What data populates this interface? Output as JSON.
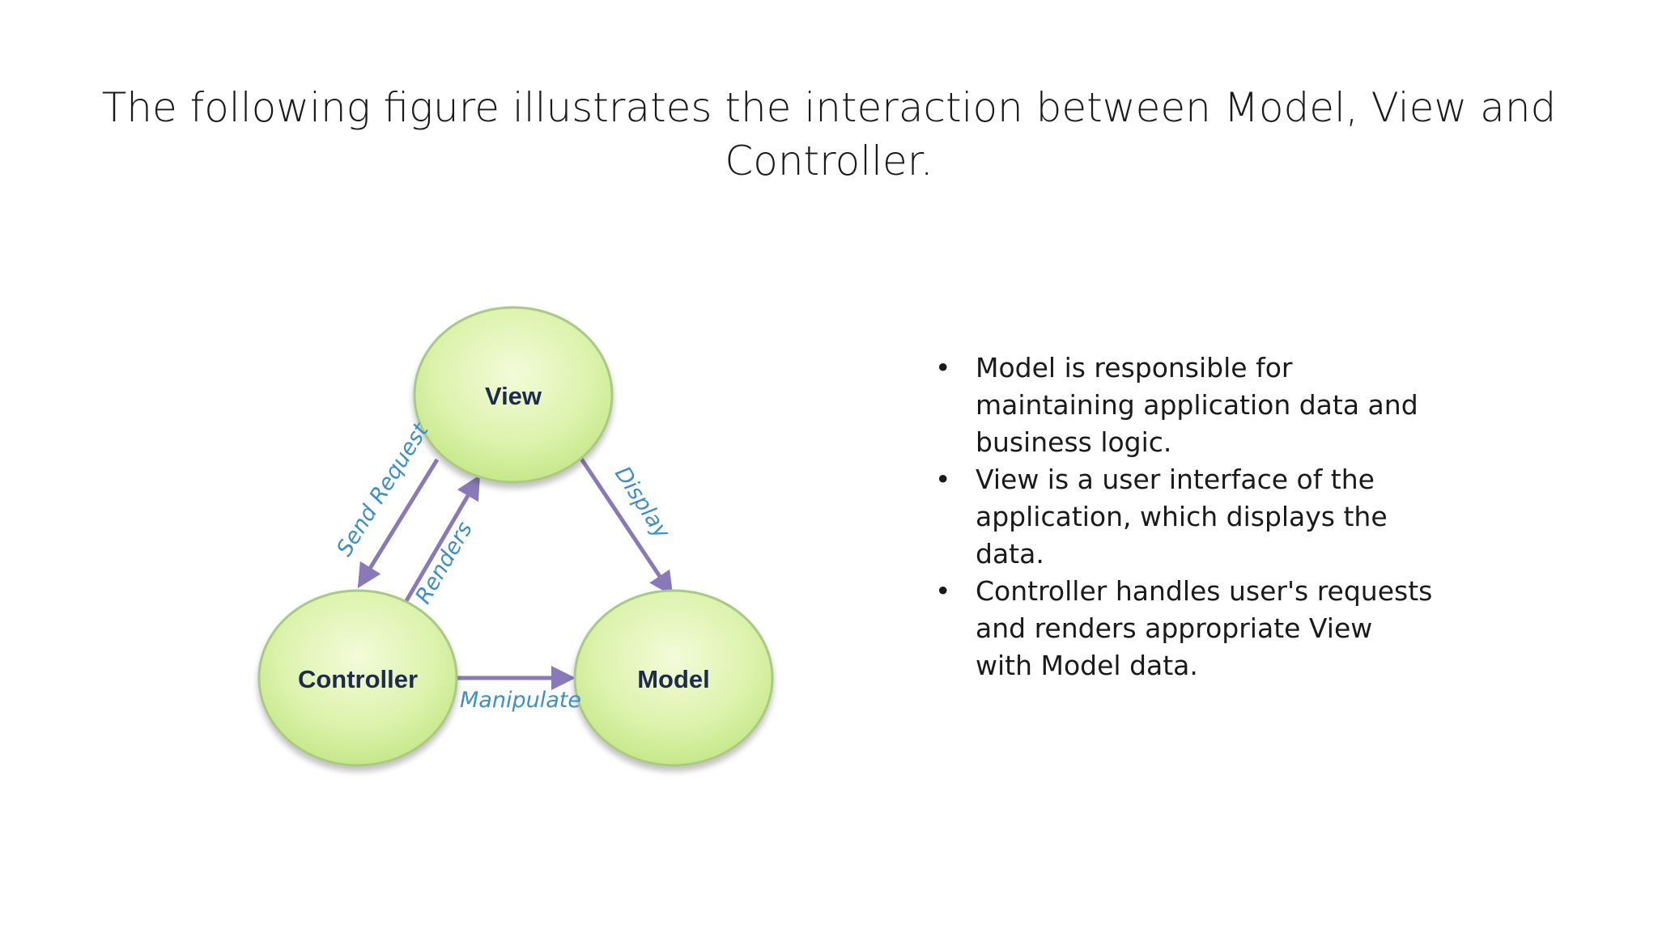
{
  "slide": {
    "title": "The following figure illustrates the interaction between Model, View and Controller."
  },
  "diagram": {
    "nodes": {
      "view": "View",
      "controller": "Controller",
      "model": "Model"
    },
    "edges": {
      "send_request": "Send Request",
      "renders": "Renders",
      "display": "Display",
      "manipulate": "Manipulate"
    },
    "colors": {
      "node_fill_light": "#f4fbd9",
      "node_fill_dark": "#c9ec8a",
      "node_stroke": "#a9c985",
      "arrow": "#8a79b8",
      "edge_label": "#3f8fc2",
      "node_label": "#1f2b4d"
    }
  },
  "bullets": {
    "marker": "•",
    "items": [
      "Model is responsible for maintaining application data and business logic.",
      "View is a user interface of the application, which displays the data.",
      "Controller handles user's requests and renders appropriate View with Model data."
    ]
  }
}
